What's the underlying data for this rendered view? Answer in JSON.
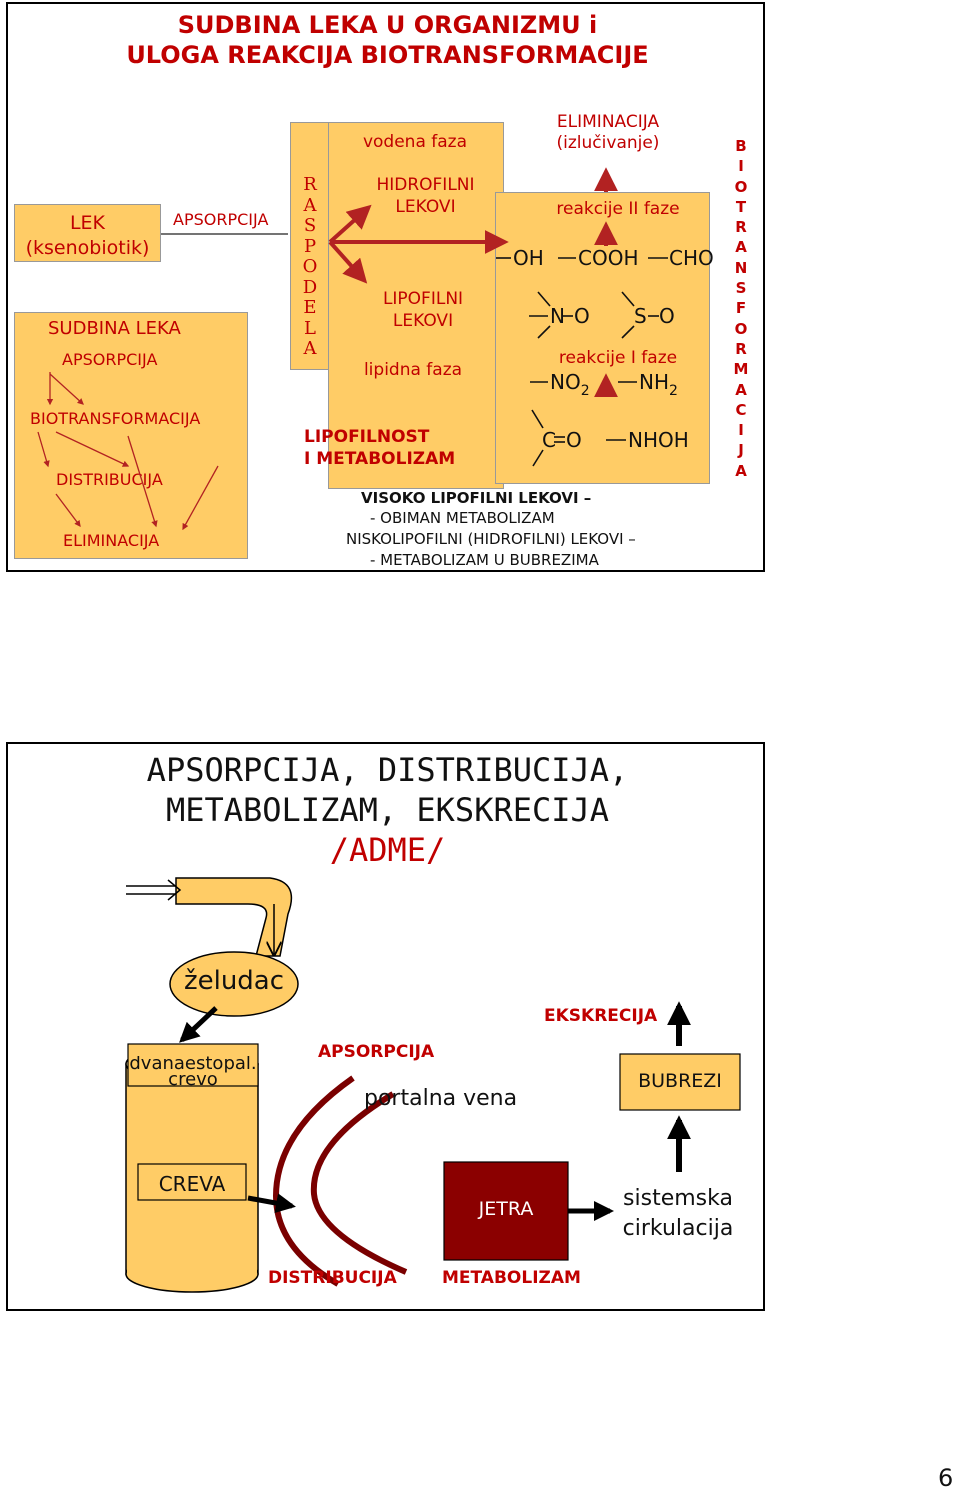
{
  "slide1": {
    "title_line1": "SUDBINA LEKA U ORGANIZMU  i",
    "title_line2": "ULOGA REAKCIJA BIOTRANSFORMACIJE",
    "lek_line1": "LEK",
    "lek_line2": "(ksenobiotik)",
    "apsorpcija_top": "APSORPCIJA",
    "raspodela": [
      "R",
      "A",
      "S",
      "P",
      "O",
      "D",
      "E",
      "L",
      "A"
    ],
    "vodena_faza": "vodena faza",
    "hidrofilni_1": "HIDROFILNI",
    "hidrofilni_2": "LEKOVI",
    "lipofilni_1": "LIPOFILNI",
    "lipofilni_2": "LEKOVI",
    "lipidna_faza": "lipidna faza",
    "lipofilnost_1": "LIPOFILNOST",
    "lipofilnost_2": "I METABOLIZAM",
    "eliminacija_1": "ELIMINACIJA",
    "eliminacija_2": "(izlučivanje)",
    "reakcije_2": "reakcije II faze",
    "reakcije_1": "reakcije I faze",
    "groups": {
      "oh": "OH",
      "cooh": "COOH",
      "cho": "CHO",
      "no_n": "N",
      "no_o": "O",
      "so_s": "S",
      "so_o": "O",
      "no2": "NO",
      "no2_sub": "2",
      "nh2": "NH",
      "nh2_sub": "2",
      "co_c": "C",
      "co_o": "O",
      "nhoh": "NHOH"
    },
    "biotrans": [
      "B",
      "I",
      "O",
      "T",
      "R",
      "A",
      "N",
      "S",
      "F",
      "O",
      "R",
      "M",
      "A",
      "C",
      "I",
      "J",
      "A"
    ],
    "sudbina_title": "SUDBINA LEKA",
    "sudbina_items": [
      "APSORPCIJA",
      "BIOTRANSFORMACIJA",
      "DISTRIBUCIJA",
      "ELIMINACIJA"
    ],
    "notes": [
      "VISOKO LIPOFILNI LEKOVI –",
      "- OBIMAN METABOLIZAM",
      "NISKOLIPOFILNI (HIDROFILNI) LEKOVI –",
      "- METABOLIZAM U BUBREZIMA"
    ]
  },
  "slide2": {
    "title_line1": "APSORPCIJA, DISTRIBUCIJA,",
    "title_line2": "METABOLIZAM, EKSKRECIJA",
    "title_line3": "/ADME/",
    "zeludac": "želudac",
    "dvanaest_1": "dvanaestopal.",
    "dvanaest_2": "crevo",
    "creva": "CREVA",
    "apsorpcija": "APSORPCIJA",
    "portalna": "portalna vena",
    "ekskrecija": "EKSKRECIJA",
    "bubrezi": "BUBREZI",
    "jetra": "JETRA",
    "sistemska_1": "sistemska",
    "sistemska_2": "cirkulacija",
    "distribucija": "DISTRIBUCIJA",
    "metabolizam": "METABOLIZAM"
  },
  "page_number": "6",
  "colors": {
    "accent_red": "#c00000",
    "panel_yellow": "#ffcc66",
    "liver_red": "#8b0000",
    "vessel": "#7a0000"
  }
}
